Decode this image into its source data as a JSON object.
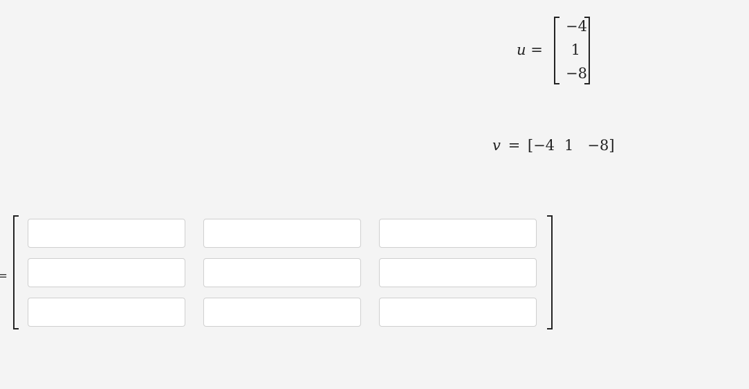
{
  "u": {
    "label": "u",
    "equals": "=",
    "entries": [
      "−4",
      "1",
      "−8"
    ]
  },
  "v": {
    "label": "v",
    "equals": "=",
    "open": "[",
    "close": "]",
    "entries": [
      "−4",
      "1",
      "−8"
    ]
  },
  "answer": {
    "equals": "=",
    "rows": [
      [
        "",
        "",
        ""
      ],
      [
        "",
        "",
        ""
      ],
      [
        "",
        "",
        ""
      ]
    ]
  }
}
